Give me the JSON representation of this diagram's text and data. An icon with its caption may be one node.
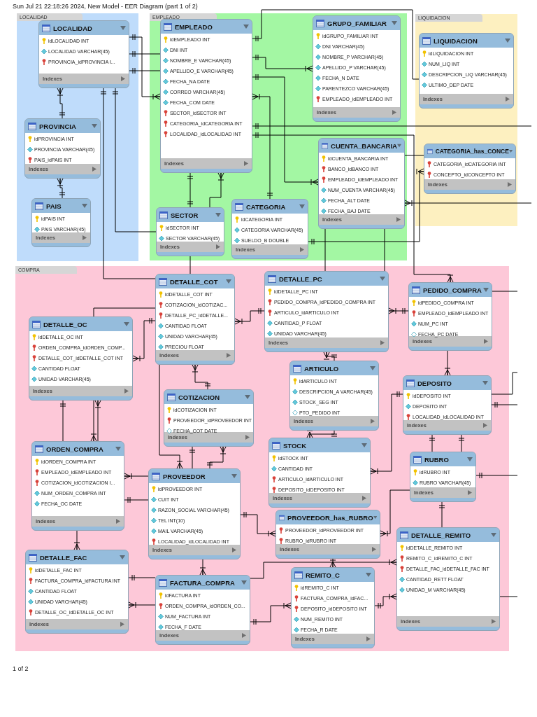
{
  "diagram": {
    "title": "Sun Jul 21 22:18:26 2024, New Model - EER Diagram (part 1 of 2)",
    "nodes": [
      {
        "text": [
          "LOCALIDAD"
        ]
      },
      {
        "text": [
          "LOCALIDAD",
          "idLOCALIDAD INT",
          "LOCALIDAD VARCHAR(45)",
          "PROVINCIA_idPROVINCIA I...",
          "Indexes"
        ],
        "in": 0
      },
      {
        "text": [
          "PROVINCIA",
          "idPROVINCIA INT",
          "PROVINCIA VARCHAR(45)",
          "PAIS_idPAIS INT",
          "Indexes"
        ],
        "in": 0
      },
      {
        "text": [
          "PAIS",
          "idPAIS INT",
          "PAIS VARCHAR(45)",
          "Indexes"
        ],
        "in": 0
      },
      {
        "text": [
          "EMPLEADO"
        ]
      },
      {
        "text": [
          "EMPLEADO",
          "idEMPLEADO INT",
          "DNI INT",
          "NOMBRE_E VARCHAR(45)",
          "APELLIDO_E VARCHAR(45)",
          "FECHA_NA DATE",
          "CORREO VARCHAR(45)",
          "FECHA_COM DATE",
          "SECTOR_idSECTOR INT",
          "CATEGORIA_idCATEGORIA INT",
          "LOCALIDAD_idLOCALIDAD INT",
          "Indexes"
        ],
        "in": 4
      },
      {
        "text": [
          "GRUPO_FAMILIAR",
          "idGRUPO_FAMILIAR INT",
          "DNI VARCHAR(45)",
          "NOMBRE_P VARCHAR(45)",
          "APELLIDO_P VARCHAR(45)",
          "FECHA_N DATE",
          "PARENTEZCO VARCHAR(45)",
          "EMPLEADO_idEMPLEADO INT",
          "Indexes"
        ],
        "in": 4
      },
      {
        "text": [
          "CUENTA_BANCARIA",
          "idCUENTA_BANCARIA INT",
          "BANCO_idBANCO INT",
          "EMPLEADO_idEMPLEADO INT",
          "NUM_CUENTA VARCHAR(45)",
          "FECHA_ALT DATE",
          "FECHA_BAJ DATE",
          "Indexes"
        ],
        "in": 4
      },
      {
        "text": [
          "SECTOR",
          "idSECTOR INT",
          "SECTOR VARCHAR(45)",
          "Indexes"
        ],
        "in": 4
      },
      {
        "text": [
          "CATEGORIA",
          "idCATEGORIA INT",
          "CATEGORIA VARCHAR(45)",
          "SUELDO_B DOUBLE",
          "Indexes"
        ],
        "in": 4
      },
      {
        "text": [
          "LIQUIDACION"
        ]
      },
      {
        "text": [
          "LIQUIDACION",
          "idLIQUIDACION INT",
          "NUM_LIQ INT",
          "DESCRIPCION_LIQ VARCHAR(45)",
          "ULTIMO_DEP DATE",
          "Indexes"
        ],
        "in": 10
      },
      {
        "text": [
          "CATEGORIA_has_CONCE",
          "CATEGORIA_idCATEGORIA INT",
          "CONCEPTO_idCONCEPTO INT",
          "Indexes"
        ],
        "in": 10
      },
      {
        "text": [
          "COMPRA"
        ]
      },
      {
        "text": [
          "DETALLE_COT",
          "idDETALLE_COT INT",
          "COTIZACION_idCOTIZAC...",
          "DETALLE_PC_idDETALLE...",
          "CANTIDAD FLOAT",
          "UNIDAD VARCHAR(45)",
          "PRECIOU FLOAT",
          "Indexes"
        ],
        "in": 13
      },
      {
        "text": [
          "DETALLE_PC",
          "idDETALLE_PC INT",
          "PEDIDO_COMPRA_idPEDIDO_COMPRA INT",
          "ARTICULO_idARTICULO INT",
          "CANTIDAD_P FLOAT",
          "UNIDAD VARCHAR(45)",
          "Indexes"
        ],
        "in": 13
      },
      {
        "text": [
          "PEDIDO_COMPRA",
          "idPEDIDO_COMPRA INT",
          "EMPLEADO_idEMPLEADO INT",
          "NUM_PC INT",
          "FECHA_PC DATE",
          "Indexes"
        ],
        "in": 13
      },
      {
        "text": [
          "DETALLE_OC",
          "idDETALLE_OC INT",
          "ORDEN_COMPRA_idORDEN_COMP...",
          "DETALLE_COT_idDETALLE_COT INT",
          "CANTIDAD FLOAT",
          "UNIDAD VARCHAR(45)",
          "Indexes"
        ],
        "in": 13
      },
      {
        "text": [
          "ARTICULO",
          "idARTICULO INT",
          "DESCRIPCION_A VARCHAR(45)",
          "STOCK_SEG INT",
          "PTO_PEDIDO INT",
          "Indexes"
        ],
        "in": 13
      },
      {
        "text": [
          "DEPOSITO",
          "idDEPOSITO INT",
          "DEPOSITO INT",
          "LOCALIDAD_idLOCALIDAD INT",
          "Indexes"
        ],
        "in": 13
      },
      {
        "text": [
          "COTIZACION",
          "idCOTIZACION INT",
          "PROVEEDOR_idPROVEEDOR INT",
          "FECHA_COT DATE",
          "Indexes"
        ],
        "in": 13
      },
      {
        "text": [
          "STOCK",
          "idSTOCK INT",
          "CANTIDAD INT",
          "ARTICULO_idARTICULO INT",
          "DEPOSITO_idDEPOSITO INT",
          "Indexes"
        ],
        "in": 13
      },
      {
        "text": [
          "ORDEN_COMPRA",
          "idORDEN_COMPRA INT",
          "EMPLEADO_idEMPLEADO INT",
          "COTIZACION_idCOTIZACION I...",
          "NUM_ORDEN_COMPRA INT",
          "FECHA_OC DATE",
          "Indexes"
        ],
        "in": 13
      },
      {
        "text": [
          "RUBRO",
          "idRUBRO INT",
          "RUBRO VARCHAR(45)",
          "Indexes"
        ],
        "in": 13
      },
      {
        "text": [
          "PROVEEDOR",
          "idPROVEEDOR INT",
          "CUIT INT",
          "RAZON_SOCIAL VARCHAR(45)",
          "TEL INT(10)",
          "MAIL VARCHAR(45)",
          "LOCALIDAD_idLOCALIDAD INT",
          "Indexes"
        ],
        "in": 13
      },
      {
        "text": [
          "PROVEEDOR_has_RUBRO",
          "PROVEEDOR_idPROVEEDOR INT",
          "RUBRO_idRUBRO INT",
          "Indexes"
        ],
        "in": 13
      },
      {
        "text": [
          "DETALLE_REMITO",
          "idDETALLE_REMITO INT",
          "REMITO_C_idREMITO_C INT",
          "DETALLE_FAC_idDETALLE_FAC INT",
          "CANTIDAD_RETT FLOAT",
          "UNIDAD_M VARCHAR(45)",
          "Indexes"
        ],
        "in": 13
      },
      {
        "text": [
          "DETALLE_FAC",
          "idDETALLE_FAC INT",
          "FACTURA_COMPRA_idFACTURA INT",
          "CANTIDAD FLOAT",
          "UNIDAD VARCHAR(45)",
          "DETALLE_OC_idDETALLE_OC INT",
          "Indexes"
        ],
        "in": 13
      },
      {
        "text": [
          "FACTURA_COMPRA",
          "idFACTURA INT",
          "ORDEN_COMPRA_idORDEN_CO...",
          "NUM_FACTURA INT",
          "FECHA_F DATE",
          "Indexes"
        ],
        "in": 13
      },
      {
        "text": [
          "REMITO_C",
          "idREMITO_C INT",
          "FACTURA_COMPRA_idFAC...",
          "DEPOSITO_idDEPOSITO INT",
          "NUM_REMITO INT",
          "FECHA_R DATE",
          "Indexes"
        ],
        "in": 13
      }
    ],
    "edges": [
      {
        "from": 1,
        "to": 2,
        "arrow": "other"
      },
      {
        "from": 2,
        "to": 3,
        "arrow": "other"
      },
      {
        "from": 1,
        "to": 5,
        "arrow": "other"
      },
      {
        "from": 1,
        "to": 5,
        "arrow": "other"
      },
      {
        "from": 1,
        "to": 5,
        "arrow": "other"
      },
      {
        "from": 1,
        "to": 14,
        "arrow": "other"
      },
      {
        "from": 1,
        "to": 8,
        "arrow": "other"
      },
      {
        "from": 5,
        "to": 8,
        "arrow": "other"
      },
      {
        "from": 5,
        "to": 8,
        "arrow": "other"
      },
      {
        "from": 5,
        "to": 6,
        "arrow": "other"
      },
      {
        "from": 5,
        "to": 9,
        "arrow": "other"
      },
      {
        "from": 5,
        "to": 7,
        "arrow": "other"
      },
      {
        "from": 5,
        "to": 16,
        "arrow": "other"
      },
      {
        "from": 5,
        "to": null,
        "arrow": "other"
      },
      {
        "from": 5,
        "to": 11,
        "arrow": "other"
      },
      {
        "from": 9,
        "to": 12,
        "arrow": "other"
      },
      {
        "from": 7,
        "to": null,
        "arrow": "other"
      },
      {
        "from": 7,
        "to": 12,
        "arrow": "none"
      },
      {
        "from": 8,
        "to": 14,
        "arrow": "none"
      },
      {
        "from": 7,
        "to": 15,
        "arrow": "none"
      },
      {
        "from": 7,
        "to": 15,
        "arrow": "none"
      },
      {
        "from": 21,
        "to": 19,
        "arrow": "other"
      },
      {
        "from": 18,
        "to": 21,
        "arrow": "other"
      },
      {
        "from": 15,
        "to": 18,
        "arrow": "other"
      },
      {
        "from": 16,
        "to": 15,
        "arrow": "other"
      },
      {
        "from": 14,
        "to": 15,
        "arrow": "other"
      },
      {
        "from": 16,
        "to": 19,
        "arrow": "other"
      },
      {
        "from": 19,
        "to": 23,
        "arrow": "other"
      },
      {
        "from": 19,
        "to": 23,
        "arrow": "other"
      },
      {
        "from": 19,
        "to": null,
        "arrow": "other"
      },
      {
        "from": 16,
        "to": null,
        "arrow": "none"
      },
      {
        "from": 23,
        "to": null,
        "arrow": "other"
      },
      {
        "from": 23,
        "to": 26,
        "arrow": "other"
      },
      {
        "from": 25,
        "to": 23,
        "arrow": "other"
      },
      {
        "from": 24,
        "to": 25,
        "arrow": "other"
      },
      {
        "from": 28,
        "to": 26,
        "arrow": "other"
      },
      {
        "from": 25,
        "to": 29,
        "arrow": "other"
      },
      {
        "from": 28,
        "to": 29,
        "arrow": "other"
      },
      {
        "from": 29,
        "to": 26,
        "arrow": "other"
      },
      {
        "from": 26,
        "to": null,
        "arrow": "none"
      },
      {
        "from": 24,
        "to": 28,
        "arrow": "other"
      },
      {
        "from": 14,
        "to": 24,
        "arrow": "other"
      },
      {
        "from": 24,
        "to": 20,
        "arrow": "other"
      },
      {
        "from": 20,
        "to": 24,
        "arrow": "other"
      },
      {
        "from": 14,
        "to": 20,
        "arrow": "other"
      },
      {
        "from": 17,
        "to": 14,
        "arrow": "other"
      },
      {
        "from": 17,
        "to": 14,
        "arrow": "none"
      },
      {
        "from": 17,
        "to": 22,
        "arrow": "other"
      },
      {
        "from": 17,
        "to": 22,
        "arrow": "other"
      },
      {
        "from": 17,
        "to": 22,
        "arrow": "other"
      },
      {
        "from": 22,
        "to": 27,
        "arrow": "other"
      },
      {
        "from": 27,
        "to": 28,
        "arrow": "other"
      },
      {
        "from": 27,
        "to": 28,
        "arrow": "other"
      },
      {
        "from": 22,
        "to": 24,
        "arrow": "other"
      },
      {
        "from": 22,
        "to": 24,
        "arrow": "other"
      },
      {
        "from": 19,
        "to": null,
        "arrow": "none"
      }
    ],
    "labels": [
      "1 of 2"
    ]
  }
}
